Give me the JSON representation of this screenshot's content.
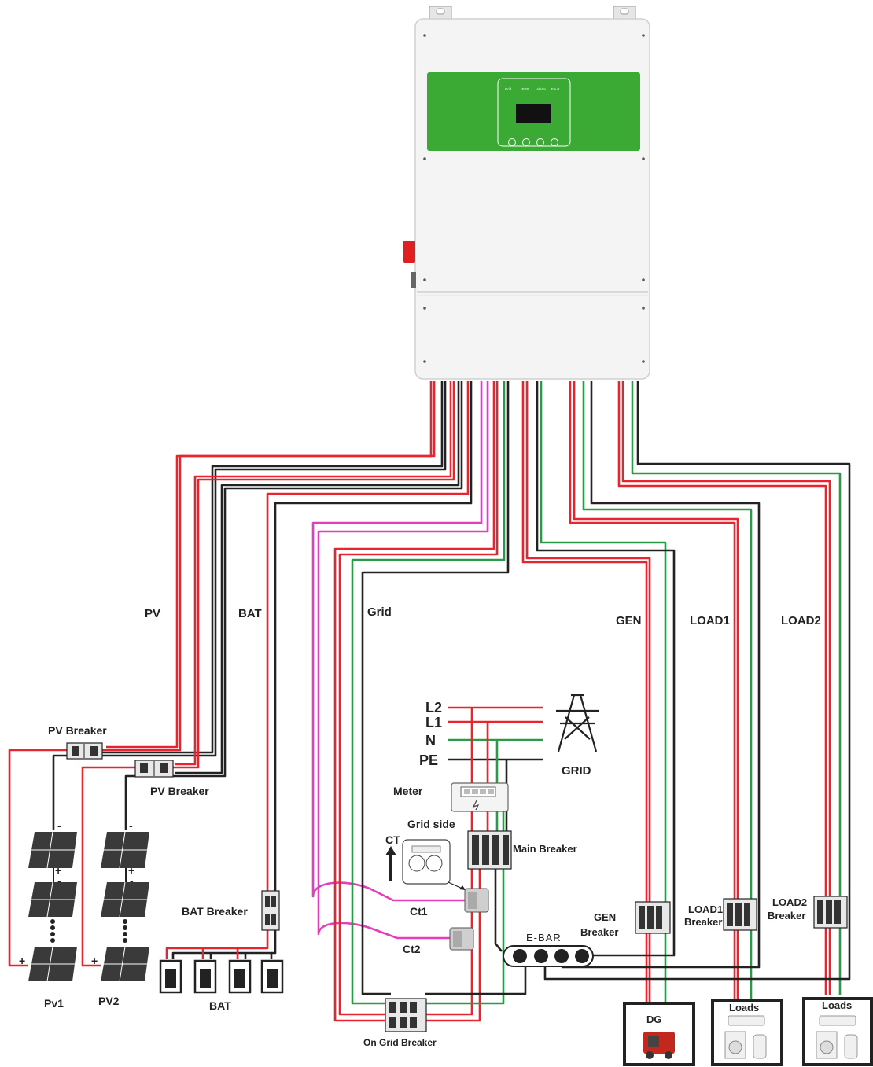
{
  "inverter": {
    "indicators": [
      "Grid",
      "EPS",
      "Alarm",
      "Fault"
    ],
    "colors": {
      "panel": "#3aaa35",
      "body": "#f4f4f4"
    }
  },
  "wire_colors": {
    "live": "#e8252f",
    "neutral": "#222222",
    "earth": "#2a9a48",
    "ct": "#e23fb8"
  },
  "labels": {
    "pv": "PV",
    "bat": "BAT",
    "grid": "Grid",
    "gen": "GEN",
    "load1": "LOAD1",
    "load2": "LOAD2",
    "pv_breaker_1": "PV Breaker",
    "pv_breaker_2": "PV Breaker",
    "bat_breaker": "BAT Breaker",
    "meter": "Meter",
    "grid_side": "Grid side",
    "ct": "CT",
    "main_breaker": "Main Breaker",
    "ct1": "Ct1",
    "ct2": "Ct2",
    "ebar": "E-BAR",
    "gen_breaker_line1": "GEN",
    "gen_breaker_line2": "Breaker",
    "load1_breaker_line1": "LOAD1",
    "load1_breaker_line2": "Breaker",
    "load2_breaker_line1": "LOAD2",
    "load2_breaker_line2": "Breaker",
    "on_grid_breaker": "On Grid Breaker",
    "grid_tower": "GRID",
    "bat_bank": "BAT",
    "pv1": "Pv1",
    "pv2": "PV2",
    "dg": "DG",
    "loads_1": "Loads",
    "loads_2": "Loads",
    "l2": "L2",
    "l1": "L1",
    "n": "N",
    "pe": "PE",
    "minus": "-",
    "plus": "+"
  }
}
